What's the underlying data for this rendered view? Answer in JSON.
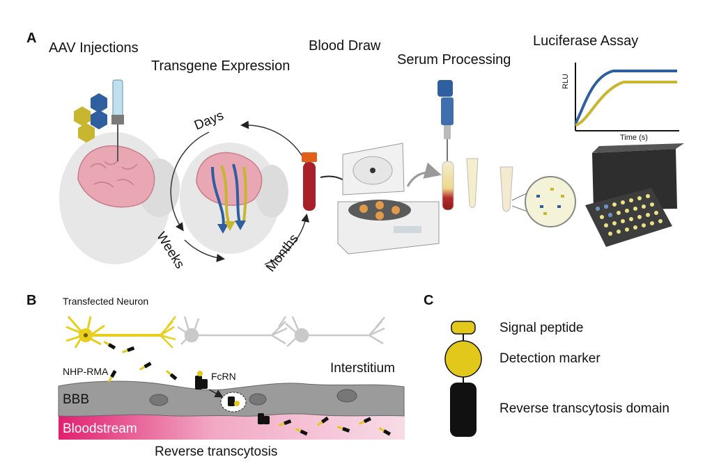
{
  "panel_a": {
    "letter": "A",
    "aav_injections": "AAV Injections",
    "transgene_expression": "Transgene Expression",
    "blood_draw": "Blood Draw",
    "serum_processing": "Serum Processing",
    "luciferase_assay": "Luciferase Assay",
    "days": "Days",
    "weeks": "Weeks",
    "months": "Months",
    "chart": {
      "ylabel": "RLU",
      "xlabel": "Time (s)"
    },
    "colors": {
      "blue": "#2f5f9e",
      "gold": "#c8b630"
    }
  },
  "panel_b": {
    "letter": "B",
    "transfected_neuron": "Transfected Neuron",
    "nhp_rma": "NHP-RMA",
    "fcrn": "FcRN",
    "interstitium": "Interstitium",
    "bbb": "BBB",
    "bloodstream": "Bloodstream",
    "reverse_transcytosis": "Reverse transcytosis",
    "colors": {
      "neuron": "#e8cf1e",
      "bloodstream": "#e0206f",
      "bbb": "#9b9b9b"
    }
  },
  "panel_c": {
    "letter": "C",
    "signal_peptide": "Signal peptide",
    "detection_marker": "Detection marker",
    "reverse_transcytosis_domain": "Reverse transcytosis domain",
    "colors": {
      "yellow": "#e3c81c",
      "black": "#111111"
    }
  }
}
